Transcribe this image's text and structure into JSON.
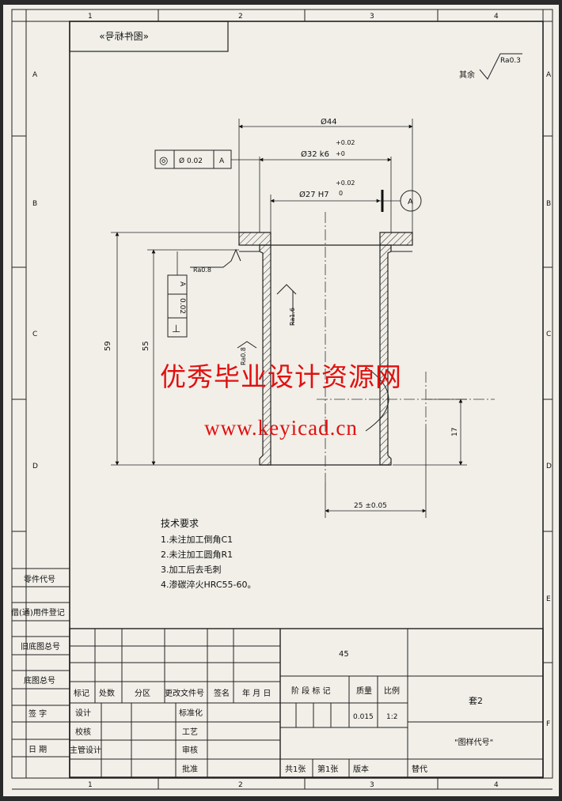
{
  "border": {
    "columns": [
      "1",
      "2",
      "3",
      "4"
    ],
    "rows": [
      "A",
      "B",
      "C",
      "D",
      "E",
      "F"
    ]
  },
  "drawing": {
    "mirrored_label": "«图件标号»",
    "roughness_general_prefix": "其余",
    "roughness_general_value": "Ra0.3",
    "dims": {
      "d44": "Ø44",
      "d32": "Ø32 k6",
      "d32_tol_upper": "+0.02",
      "d32_tol_lower": "+0",
      "d27": "Ø27 H7",
      "d27_tol_upper": "+0.02",
      "d27_tol_lower": "0",
      "h59": "59",
      "h55": "55",
      "d17": "17",
      "d25": "25 ±0.05"
    },
    "fcf_concentricity": {
      "symbol": "◎",
      "tol": "Ø 0.02",
      "datum": "A"
    },
    "fcf_perpendicular": {
      "symbol": "⊥",
      "tol": "0.02",
      "datum": "A"
    },
    "datum_label": "A",
    "rough_top": "Ra0.8",
    "rough_inner": "Ra1.6",
    "rough_left": "Ra0.8"
  },
  "notes": {
    "title": "技术要求",
    "items": [
      "1.未注加工倒角C1",
      "2.未注加工圆角R1",
      "3.加工后去毛刺",
      "4.渗碳淬火HRC55-60。"
    ]
  },
  "side_table": {
    "part_code": "零件代号",
    "borrowed": "借(通)用件登记",
    "orig_no": "旧底图总号",
    "base_no": "底图总号",
    "sign": "签 字",
    "date": "日 期"
  },
  "title_block": {
    "col_mark": "标记",
    "col_count": "处数",
    "col_zone": "分区",
    "col_change": "更改文件号",
    "col_sign": "签名",
    "col_date": "年 月 日",
    "design": "设计",
    "standardize": "标准化",
    "check": "校核",
    "process": "工艺",
    "chief": "主管设计",
    "review": "审核",
    "approve": "批准",
    "material": "45",
    "stage_mark": "阶 段 标 记",
    "weight": "质量",
    "scale": "比例",
    "weight_value": "0.015",
    "scale_value": "1:2",
    "part_name": "套2",
    "drawing_code": "\"图样代号\"",
    "sheets_total": "共1张",
    "sheet_no": "第1张",
    "version": "版本",
    "replace": "替代"
  },
  "watermark": {
    "line1": "优秀毕业设计资源网",
    "line2": "www.keyicad.cn"
  }
}
